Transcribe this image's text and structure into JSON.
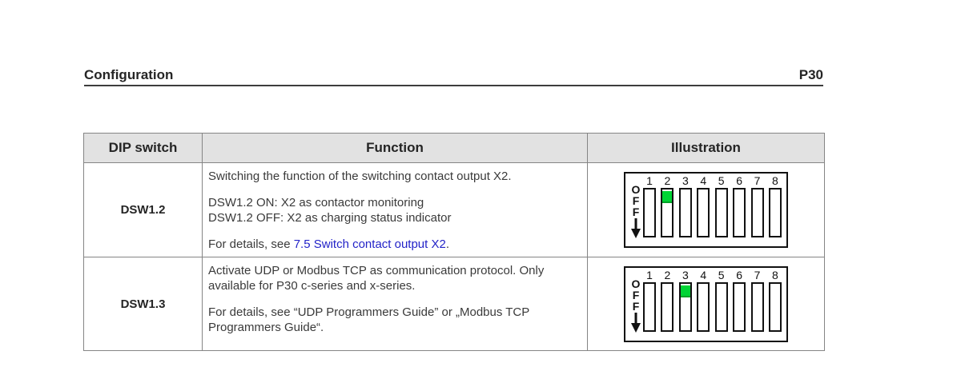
{
  "header": {
    "section_title": "Configuration",
    "page_ref": "P30"
  },
  "table": {
    "columns": [
      {
        "label": "DIP switch"
      },
      {
        "label": "Function"
      },
      {
        "label": "Illustration"
      }
    ],
    "rows": [
      {
        "dip_switch": "DSW1.2",
        "function": {
          "para1": "Switching the function of the switching contact output X2.",
          "line_on": "DSW1.2 ON: X2 as contactor monitoring",
          "line_off": "DSW1.2 OFF: X2 as charging status indicator",
          "details_prefix": "For details, see ",
          "details_link": "7.5 Switch contact output X2",
          "details_suffix": "."
        },
        "illustration": {
          "off_label": "OFF",
          "switch_labels": [
            "1",
            "2",
            "3",
            "4",
            "5",
            "6",
            "7",
            "8"
          ],
          "on_positions": [
            2
          ]
        }
      },
      {
        "dip_switch": "DSW1.3",
        "function": {
          "para1": "Activate UDP or Modbus TCP as communication protocol. Only available for P30 c-series and x-series.",
          "para2": "For details, see “UDP Programmers Guide” or „Modbus TCP Programmers Guide“."
        },
        "illustration": {
          "off_label": "OFF",
          "switch_labels": [
            "1",
            "2",
            "3",
            "4",
            "5",
            "6",
            "7",
            "8"
          ],
          "on_positions": [
            3
          ]
        }
      }
    ]
  },
  "colors": {
    "switch_on_green": "#00d435",
    "link_blue": "#2323c8",
    "table_header_bg": "#e2e2e2",
    "border_gray": "#858585"
  }
}
